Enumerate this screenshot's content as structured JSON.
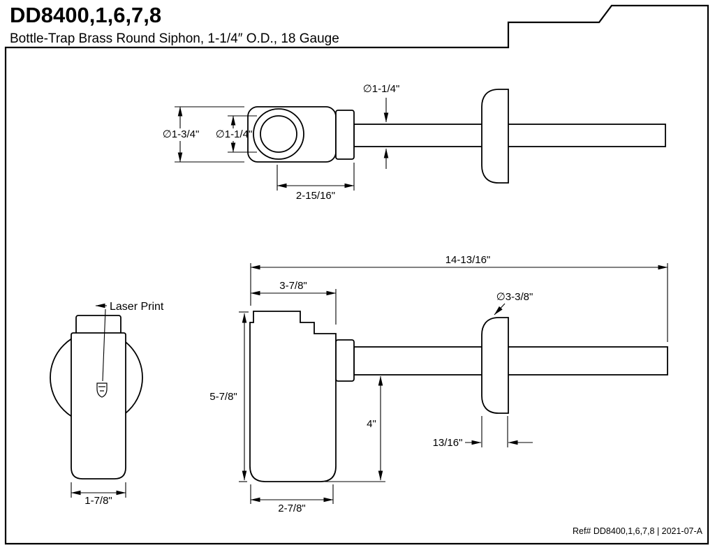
{
  "header": {
    "model": "DD8400,1,6,7,8",
    "subtitle": "Bottle-Trap Brass Round Siphon, 1-1/4″ O.D., 18 Gauge"
  },
  "footer": {
    "ref": "Ref# DD8400,1,6,7,8 | 2021-07-A"
  },
  "views": {
    "top_side": {
      "dim_body_od": "∅1-3/4\"",
      "dim_body_id": "∅1-1/4\"",
      "dim_pipe_od": "∅1-1/4\"",
      "dim_length": "2-15/16\""
    },
    "front": {
      "label_laser_print": "Laser Print",
      "dim_body_width": "1-7/8\""
    },
    "side": {
      "dim_total_length": "14-13/16\"",
      "dim_depth": "3-7/8\"",
      "dim_flange_od": "∅3-3/8\"",
      "dim_height": "5-7/8\"",
      "dim_outlet_height": "4\"",
      "dim_flange_depth": "13/16\"",
      "dim_body_od": "2-7/8\""
    }
  }
}
